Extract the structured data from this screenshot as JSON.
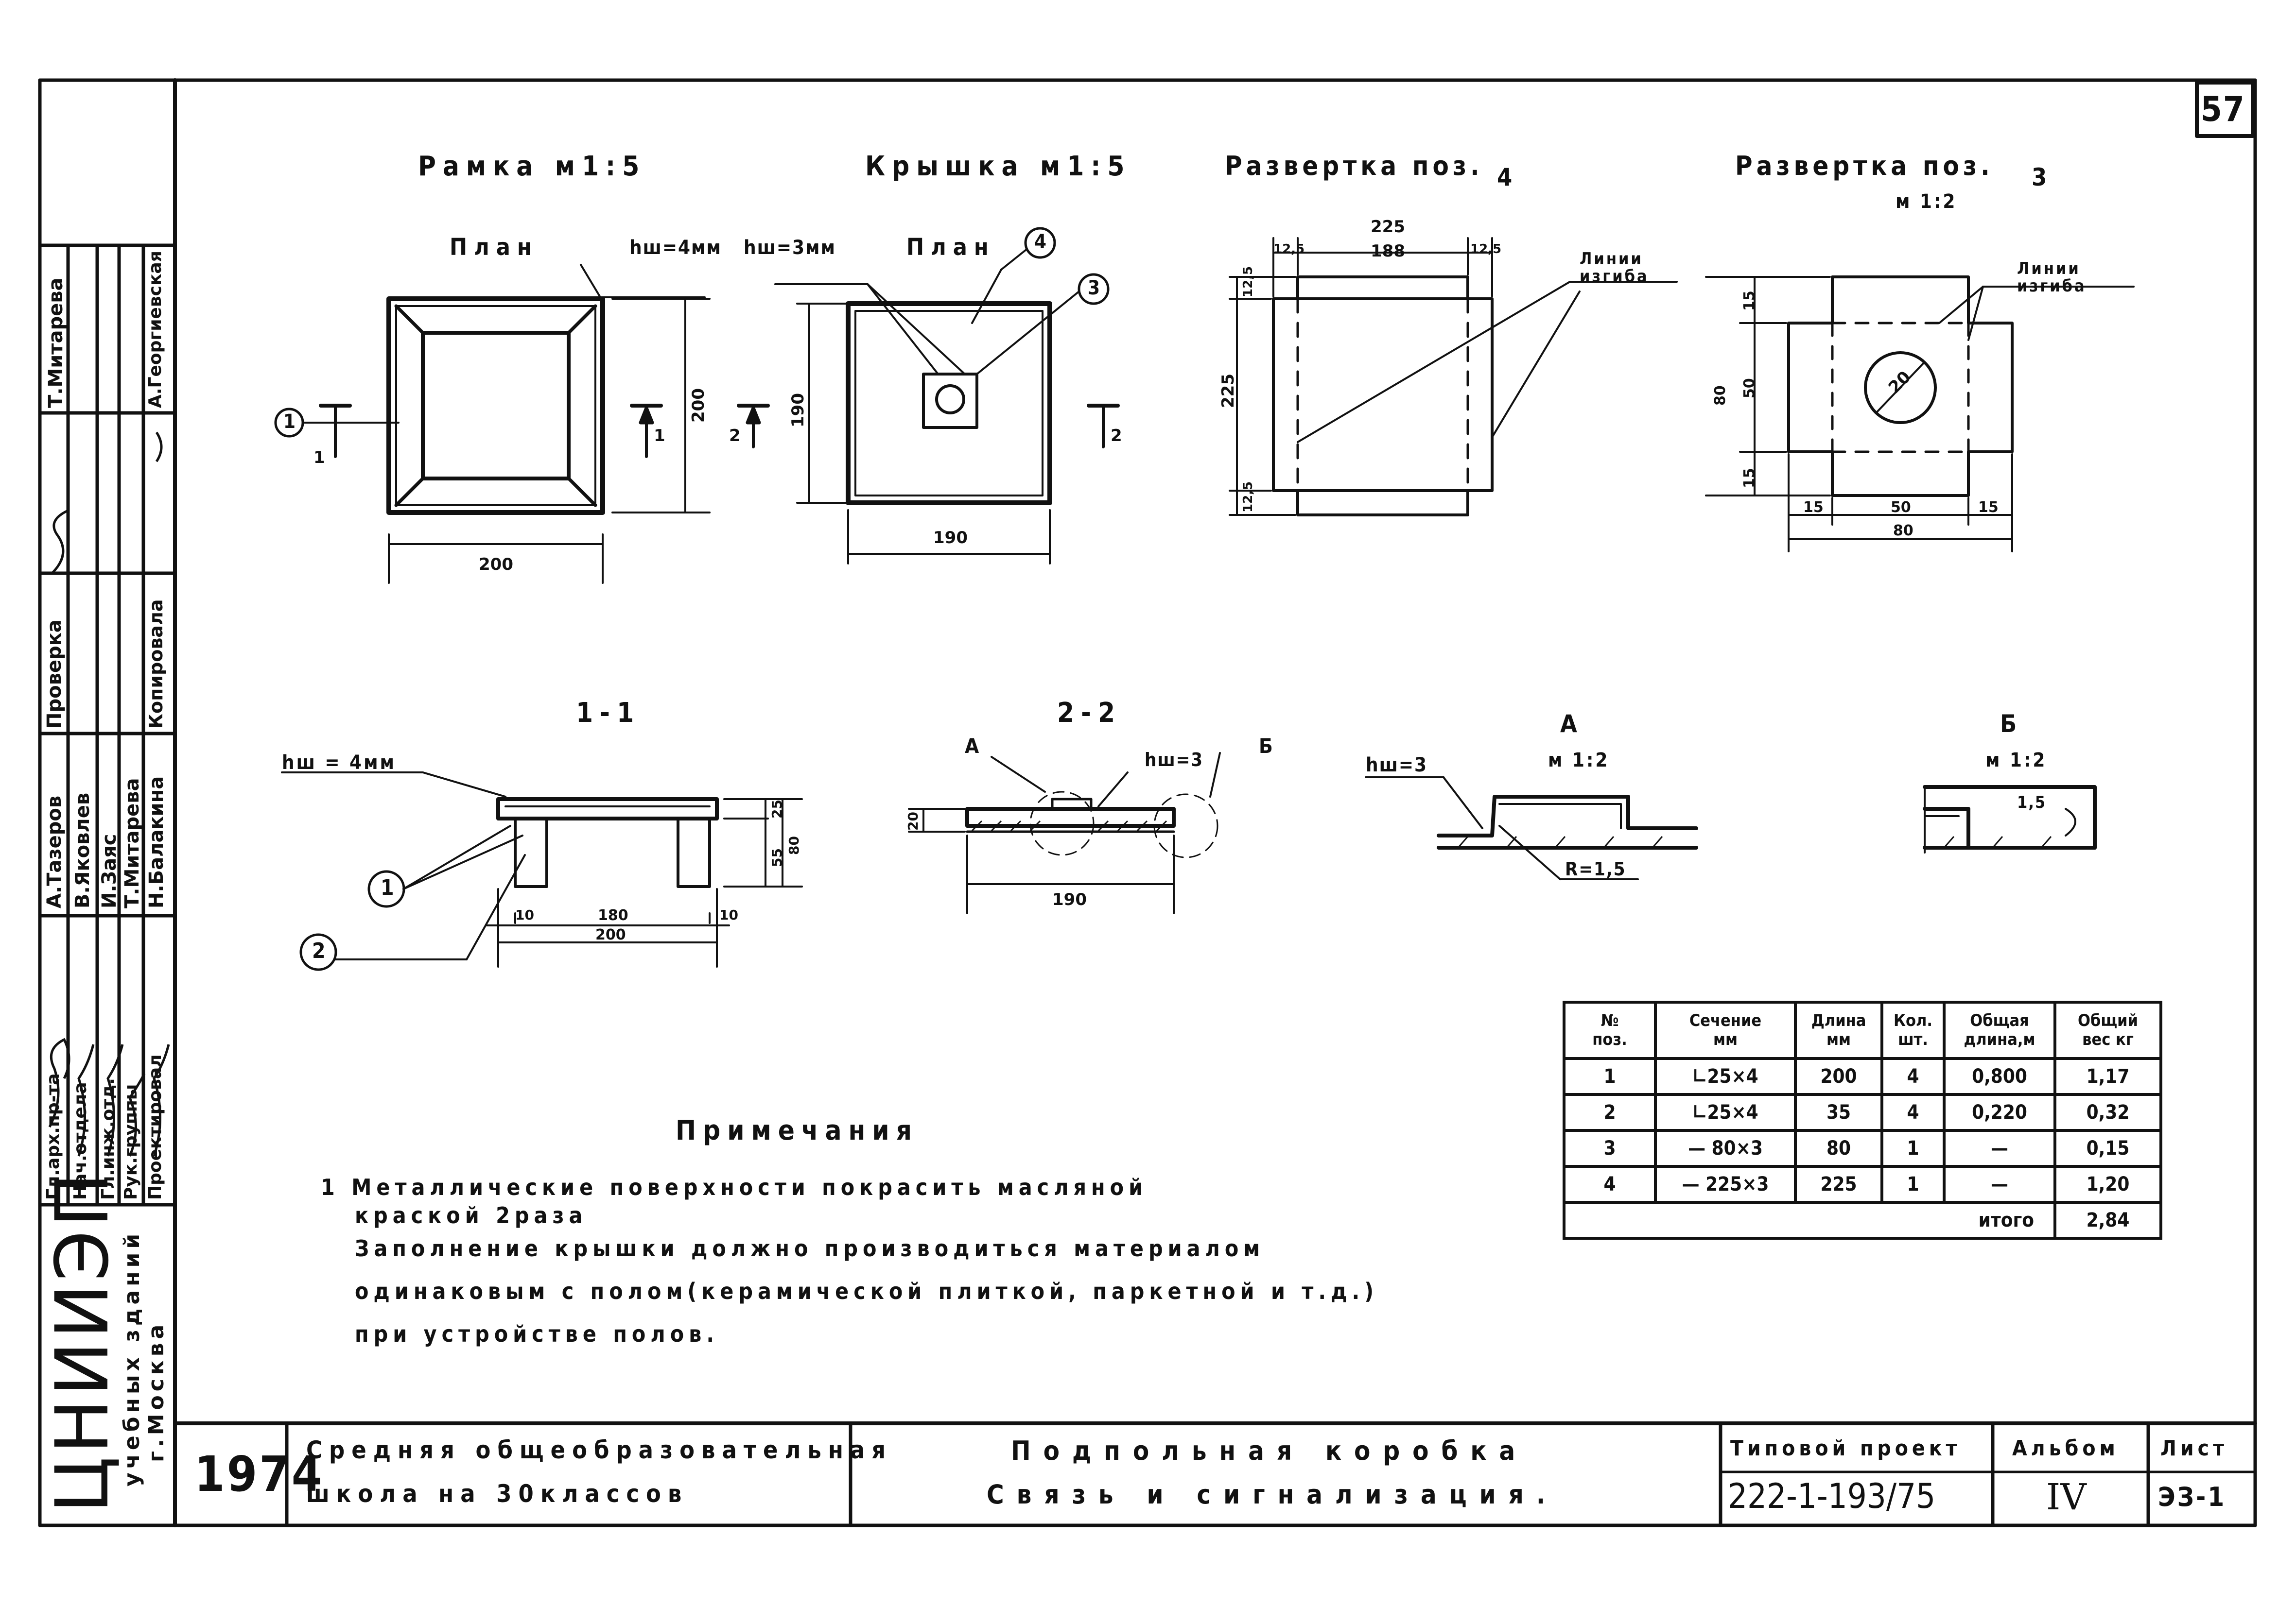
{
  "sheet_number": "57",
  "views": {
    "frame_title": "Рамка  м1:5",
    "frame_plan": "План",
    "frame_hw": "hш=4мм",
    "lid_title": "Крышка  м1:5",
    "lid_plan": "План",
    "lid_hw": "hш=3мм",
    "dev4_title": "Развертка поз.",
    "dev4_pos": "4",
    "dev3_title": "Развертка поз.",
    "dev3_pos": "3",
    "dev3_scale": "м 1:2",
    "bend_line_4": "Линии\nизгиба",
    "bend_line_3": "Линии\nизгиба",
    "section11": "1-1",
    "section11_hw": "hш = 4мм",
    "section22": "2-2",
    "section22_a": "А",
    "section22_hw": "hш=3",
    "section22_b": "Б",
    "detailA_title": "А",
    "detailA_scale": "м 1:2",
    "detailA_hw": "hш=3",
    "detailA_r": "R=1,5",
    "detailB_title": "Б",
    "detailB_scale": "м 1:2",
    "detailB_dim": "1,5"
  },
  "dimensions": {
    "frame_200_bottom": "200",
    "frame_200_side": "200",
    "lid_190_bottom": "190",
    "lid_190_side": "190",
    "dev4_225_top": "225",
    "dev4_125a": "12,5",
    "dev4_188": "188",
    "dev4_125b": "12,5",
    "dev4_225_side": "225",
    "dev4_125c": "12,5",
    "dev4_125d": "12,5",
    "dev3_15a": "15",
    "dev3_50a": "50",
    "dev3_15b": "15",
    "dev3_80a": "80",
    "dev3_15c": "15",
    "dev3_50b": "50",
    "dev3_15d": "15",
    "dev3_80b": "80",
    "dev3_dia": "20",
    "s11_25": "25",
    "s11_55": "55",
    "s11_80": "80",
    "s11_10a": "10",
    "s11_180": "180",
    "s11_10b": "10",
    "s11_200": "200",
    "s22_20": "20",
    "s22_190": "190",
    "cut_1": "1",
    "cut_2": "2"
  },
  "callouts": [
    "1",
    "2",
    "3",
    "4"
  ],
  "spec_table": {
    "headers": [
      "№\nпоз.",
      "Сечение\nмм",
      "Длина\nмм",
      "Кол.\nшт.",
      "Общая\nдлина,м",
      "Общий\nвес кг"
    ],
    "rows": [
      [
        "1",
        "∟25×4",
        "200",
        "4",
        "0,800",
        "1,17"
      ],
      [
        "2",
        "∟25×4",
        "35",
        "4",
        "0,220",
        "0,32"
      ],
      [
        "3",
        "— 80×3",
        "80",
        "1",
        "—",
        "0,15"
      ],
      [
        "4",
        "— 225×3",
        "225",
        "1",
        "—",
        "1,20"
      ]
    ],
    "total_label": "итого",
    "total_value": "2,84"
  },
  "notes": {
    "heading": "Примечания",
    "line1": "1  Металлические поверхности покрасить масляной",
    "line2": "краской 2раза",
    "line3": "Заполнение крышки должно производиться материалом",
    "line4": "одинаковым с полом(керамической плиткой, паркетной и т.д.)",
    "line5": "при устройстве полов."
  },
  "title_block": {
    "year": "1974",
    "school_line1": "Средняя общеобразовательная",
    "school_line2": "школа на 30классов",
    "drawing_line1": "Подпольная коробка",
    "drawing_line2": "Связь и сигнализация.",
    "project_label": "Типовой проект",
    "project_number": "222-1-193/75",
    "album_label": "Альбом",
    "album_number": "IV",
    "sheet_label": "Лист",
    "sheet_code": "ЭЗ-1"
  },
  "side_stamp": {
    "org": "ЦНИИЭП",
    "org_sub": "учебных зданий",
    "city": "г.Москва",
    "roles": [
      "Гл.арх.пр-та",
      "Нач.отдела",
      "Гл.инж.отд.",
      "Рук.группы",
      "Проектировал"
    ],
    "names": [
      "А.Тазеров",
      "В.Яковлев",
      "И.Заяс",
      "Т.Митарева",
      "Н.Балакина"
    ],
    "extra_roles": [
      "Проверка",
      "Т.Митарева",
      "Копировала"
    ],
    "extra_names": [
      "А.Георгиевская"
    ]
  }
}
